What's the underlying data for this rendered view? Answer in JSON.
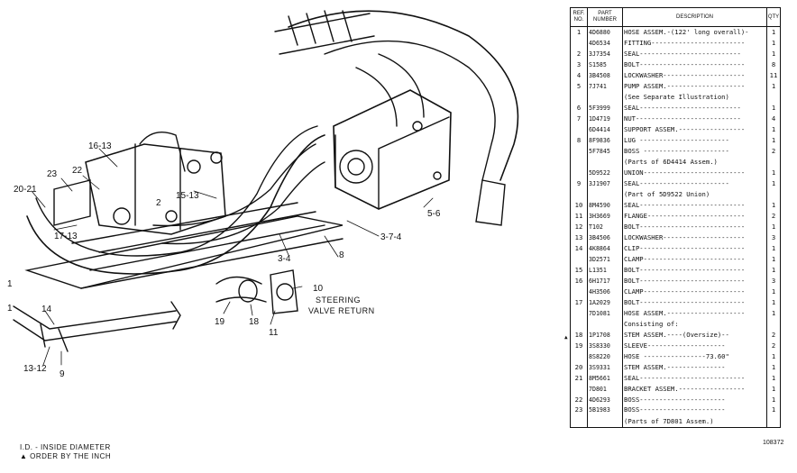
{
  "callouts": [
    "16-13",
    "22",
    "23",
    "20-21",
    "15-13",
    "5-6",
    "3-7-4",
    "3-4",
    "8",
    "17-13",
    "10",
    "19",
    "18",
    "11",
    "14",
    "13-12",
    "9",
    "1",
    "1",
    "2"
  ],
  "valve_label": [
    "STEERING",
    "VALVE RETURN"
  ],
  "table": {
    "headers": {
      "ref": [
        "REF.",
        "NO."
      ],
      "pn": [
        "PART",
        "NUMBER"
      ],
      "desc": "DESCRIPTION",
      "qty": "QTY"
    },
    "rows": [
      {
        "ref": "1",
        "pn": "4D6880",
        "desc": "HOSE ASSEM.-(122' long overall)-",
        "qty": "1"
      },
      {
        "ref": "",
        "pn": "4D6534",
        "desc": "FITTING------------------------",
        "qty": "1"
      },
      {
        "ref": "2",
        "pn": "3J7354",
        "desc": "SEAL--------------------------",
        "qty": "1"
      },
      {
        "ref": "3",
        "pn": "S1585",
        "desc": "BOLT---------------------------",
        "qty": "8"
      },
      {
        "ref": "4",
        "pn": "3B4508",
        "desc": "LOCKWASHER---------------------",
        "qty": "11"
      },
      {
        "ref": "5",
        "pn": "7J741",
        "desc": "PUMP ASSEM.--------------------",
        "qty": "1"
      },
      {
        "ref": "",
        "pn": "",
        "desc": "     (See Separate Illustration)",
        "qty": ""
      },
      {
        "ref": "6",
        "pn": "5F3999",
        "desc": "SEAL--------------------------",
        "qty": "1"
      },
      {
        "ref": "7",
        "pn": "1D4719",
        "desc": "NUT---------------------------",
        "qty": "4"
      },
      {
        "ref": "",
        "pn": "6D4414",
        "desc": "SUPPORT ASSEM.-----------------",
        "qty": "1"
      },
      {
        "ref": "8",
        "pn": "8F9836",
        "desc": "    LUG -----------------------",
        "qty": "1"
      },
      {
        "ref": "",
        "pn": "5F7845",
        "desc": "    BOSS ----------------------",
        "qty": "2"
      },
      {
        "ref": "",
        "pn": "",
        "desc": "       (Parts of 6D4414 Assem.)",
        "qty": ""
      },
      {
        "ref": "",
        "pn": "5D9522",
        "desc": "UNION--------------------------",
        "qty": "1"
      },
      {
        "ref": "9",
        "pn": "3J1907",
        "desc": "    SEAL-----------------------",
        "qty": "1"
      },
      {
        "ref": "",
        "pn": "",
        "desc": "       (Part of 5D9522 Union)",
        "qty": ""
      },
      {
        "ref": "10",
        "pn": "8M4590",
        "desc": "SEAL---------------------------",
        "qty": "1"
      },
      {
        "ref": "11",
        "pn": "3H3669",
        "desc": "FLANGE-------------------------",
        "qty": "2"
      },
      {
        "ref": "12",
        "pn": "T102",
        "desc": "BOLT---------------------------",
        "qty": "1"
      },
      {
        "ref": "13",
        "pn": "3B4506",
        "desc": "LOCKWASHER---------------------",
        "qty": "3"
      },
      {
        "ref": "14",
        "pn": "4K8864",
        "desc": "CLIP---------------------------",
        "qty": "1"
      },
      {
        "ref": "",
        "pn": "3D2571",
        "desc": "CLAMP--------------------------",
        "qty": "1"
      },
      {
        "ref": "15",
        "pn": "L1351",
        "desc": "BOLT---------------------------",
        "qty": "1"
      },
      {
        "ref": "16",
        "pn": "6H1717",
        "desc": "BOLT---------------------------",
        "qty": "3"
      },
      {
        "ref": "",
        "pn": "4H3506",
        "desc": "CLAMP--------------------------",
        "qty": "1"
      },
      {
        "ref": "17",
        "pn": "1A2029",
        "desc": "BOLT---------------------------",
        "qty": "1"
      },
      {
        "ref": "",
        "pn": "7D1081",
        "desc": "HOSE ASSEM.--------------------",
        "qty": "1"
      },
      {
        "ref": "",
        "pn": "",
        "desc": "          Consisting of:",
        "qty": ""
      },
      {
        "ref": "18",
        "pn": "1P1708",
        "desc": "     STEM ASSEM.----(Oversize)--",
        "qty": "2"
      },
      {
        "ref": "19",
        "pn": "3S8330",
        "desc": "     SLEEVE--------------------",
        "qty": "2"
      },
      {
        "ref": "",
        "pn": "8S8220",
        "desc": "     HOSE ----------------73.60\"",
        "qty": "1"
      },
      {
        "ref": "20",
        "pn": "3S9331",
        "desc": "     STEM ASSEM.---------------",
        "qty": "1"
      },
      {
        "ref": "21",
        "pn": "8M5661",
        "desc": "SEAL---------------------------",
        "qty": "1"
      },
      {
        "ref": "",
        "pn": "7D801",
        "desc": "BRACKET ASSEM.-----------------",
        "qty": "1"
      },
      {
        "ref": "22",
        "pn": "4D6293",
        "desc": "     BOSS----------------------",
        "qty": "1"
      },
      {
        "ref": "23",
        "pn": "5B1983",
        "desc": "     BOSS----------------------",
        "qty": "1"
      },
      {
        "ref": "",
        "pn": "",
        "desc": "       (Parts of 7D801 Assem.)",
        "qty": ""
      }
    ]
  },
  "footnotes": [
    "I.D. - INSIDE DIAMETER",
    "▲ ORDER BY THE INCH"
  ],
  "doc_number": "108372"
}
